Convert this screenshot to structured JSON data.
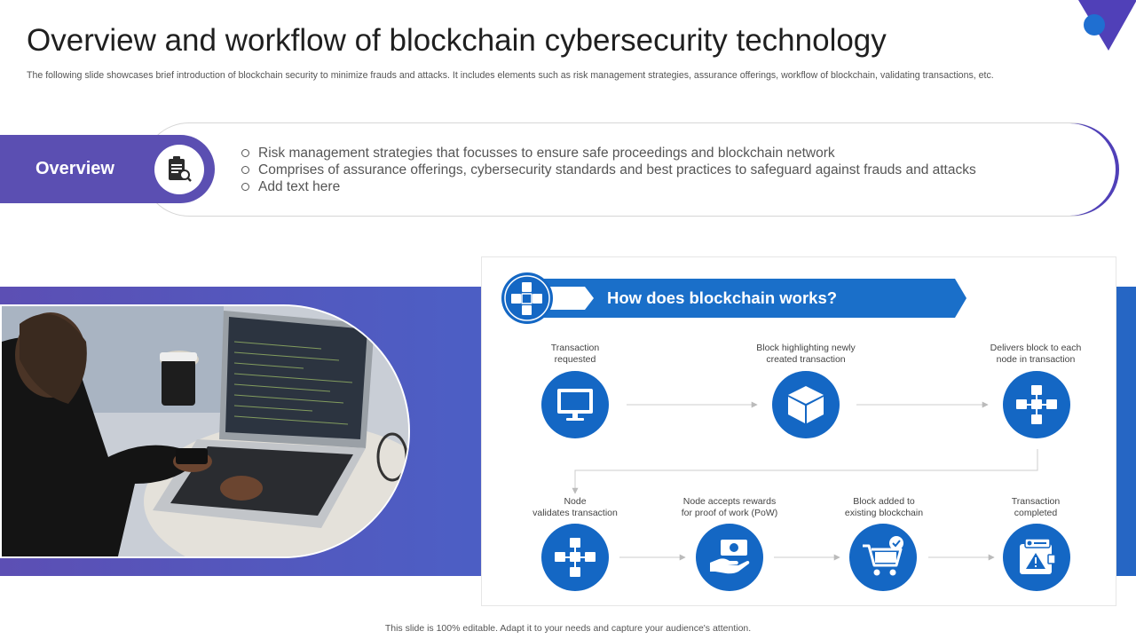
{
  "title": "Overview and workflow of blockchain cybersecurity technology",
  "subtitle": "The following slide showcases brief introduction of blockchain security to minimize frauds and attacks. It includes elements such as risk management strategies, assurance offerings, workflow of blockchain, validating transactions, etc.",
  "overview": {
    "label": "Overview",
    "icon": "clipboard-search-icon",
    "bullets": [
      "Risk management strategies that focusses to ensure safe proceedings and blockchain network",
      "Comprises of assurance offerings, cybersecurity  standards and best practices to safeguard against frauds and attacks",
      "Add text here"
    ]
  },
  "photo": {
    "description_icon": "person-laptop-photo"
  },
  "workflow": {
    "heading": "How does blockchain works?",
    "heading_icon": "blockchain-cubes-icon",
    "steps": [
      {
        "label_line1": "Transaction",
        "label_line2": "requested",
        "icon": "monitor-icon"
      },
      {
        "label_line1": "Block highlighting newly",
        "label_line2": "created transaction",
        "icon": "cube-icon"
      },
      {
        "label_line1": "Delivers block to each",
        "label_line2": "node in transaction",
        "icon": "network-blocks-icon"
      },
      {
        "label_line1": "Node",
        "label_line2": "validates transaction",
        "icon": "network-blocks-icon"
      },
      {
        "label_line1": "Node accepts rewards",
        "label_line2": "for proof of work (PoW)",
        "icon": "hand-money-icon"
      },
      {
        "label_line1": "Block added to",
        "label_line2": "existing blockchain",
        "icon": "cart-check-icon"
      },
      {
        "label_line1": "Transaction",
        "label_line2": "completed",
        "icon": "wallet-alert-icon"
      }
    ]
  },
  "footer": "This slide is 100% editable. Adapt it to your needs and capture your audience's attention.",
  "colors": {
    "accent_purple": "#5b4fb2",
    "accent_blue": "#1467c4",
    "banner_blue": "#1a6fc9"
  }
}
